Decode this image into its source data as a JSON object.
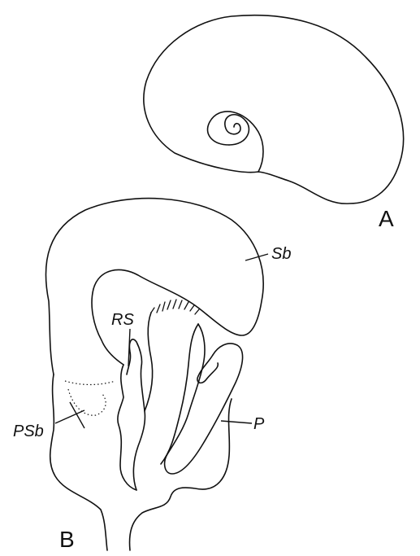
{
  "figure": {
    "panel_a": {
      "letter": "A"
    },
    "panel_b": {
      "letter": "B",
      "labels": {
        "sb": "Sb",
        "rs": "RS",
        "psb": "PSb",
        "p": "P"
      }
    }
  },
  "colors": {
    "ink": "#111111",
    "background": "#ffffff"
  }
}
